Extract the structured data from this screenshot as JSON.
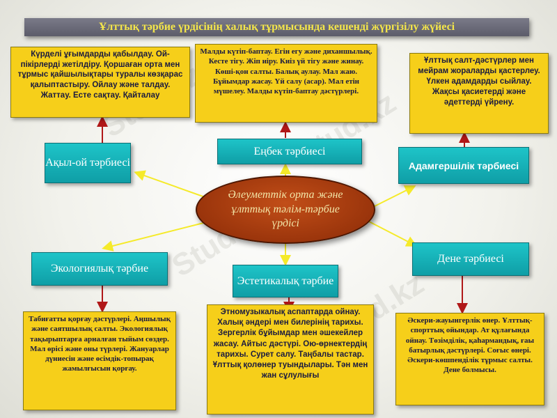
{
  "title": "Ұлттық тәрбие үрдісінің халық тұрмысында кешенді жүргізілу жүйесі",
  "watermark": "Stud.kz",
  "center": "Әлеуметтік орта және ұлттық тәлім-тәрбие үрдісі",
  "nodes": {
    "akyl": {
      "label": "Ақыл-ой тәрбиесі",
      "details": "Күрделі ұғымдарды қабылдау. Ой-пікірлерді жетілдіру. Қоршаған орта мен тұрмыс қайшылықтары туралы көзқарас қалыптастыру. Ойлау және талдау. Жаттау. Есте сақтау. Қайталау"
    },
    "enbek": {
      "label": "Еңбек тәрбиесі",
      "details": "Малды күтіп-баптау. Егін егу және диханшылық. Кесте тігу. Жіп иіру. Киіз үй тігу және жинау. Көші-қон салты. Балық аулау. Мал жаю. Бұйымдар жасау. Үй салу (асар). Мал етін мүшелеу. Малды күтіп-баптау дәстүрлері."
    },
    "adamgershilik": {
      "label": "Адамгершілік тәрбиесі",
      "details": "Ұлттық салт-дәстүрлер мен мейрам жораларды қастерлеу. Үлкен адамдарды сыйлау. Жақсы қасиетерді және әдеттерді үйрену."
    },
    "ekologia": {
      "label": "Экологиялық тәрбие",
      "details": "Табиғатты қорғау дәстүрлері. Аңшылық және саятшылық салты. Экологиялық тақырыптарға арналған тыйым сөздер. Мал өрісі және оны түрлері. Жануарлар дүниесін және өсімдік-топырақ жамылғысын қорғау."
    },
    "estetika": {
      "label": "Эстетикалық тәрбие",
      "details": "Этномузыкалық аспаптарда ойнау. Халық әндері мен билерінің тарихы. Зергерлік бұйымдар мен әшекейлер жасау. Айтыс дәстүрі. Ою-өрнектердің тарихы. Сурет салу. Таңбалы тастар. Ұлттық қолөнер туындылары. Тән мен жан сұлулығы"
    },
    "dene": {
      "label": "Дене тәрбиесі",
      "details": "Әскери-жауынгерлік өнер. Ұлттық-спорттық ойындар. Ат құлағында ойнау. Төзімділік, қаһармандық, ғаы батырлық дәстүрлері. Соғыс өнері. Әскери-көшпенділік тұрмыс салты. Дене болмысы."
    }
  },
  "colors": {
    "title_text": "#f4e64a",
    "yellow_box": "#f6cf1a",
    "teal_box": "#14b4ba",
    "center_fill": "#a83c10",
    "yellow_arrow": "#f5ea2a",
    "red_arrow": "#b01818"
  }
}
